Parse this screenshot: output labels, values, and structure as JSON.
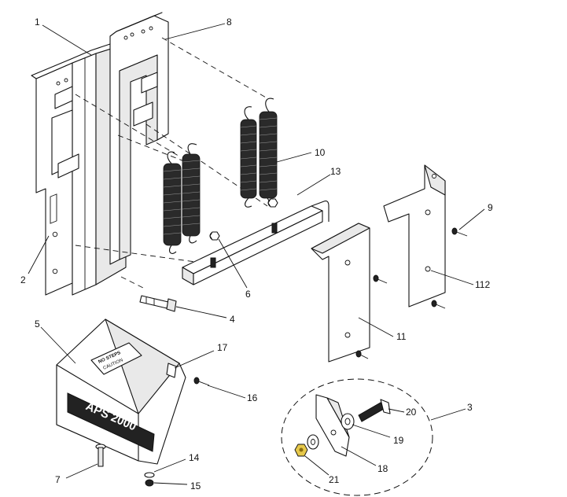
{
  "callouts": {
    "c1": "1",
    "c2": "2",
    "c3": "3",
    "c4": "4",
    "c5": "5",
    "c6": "6",
    "c7": "7",
    "c8": "8",
    "c9": "9",
    "c10": "10",
    "c11": "11",
    "c13": "13",
    "c14": "14",
    "c15": "15",
    "c16": "16",
    "c17": "17",
    "c18": "18",
    "c19": "19",
    "c20": "20",
    "c21": "21",
    "c112": "112"
  },
  "cover": {
    "brand_text": "APS 2000",
    "sticker_line1": "NO STEPS",
    "sticker_line2": "CAUTION"
  },
  "colors": {
    "highlight": "#e6c84a",
    "ink": "#111111"
  }
}
